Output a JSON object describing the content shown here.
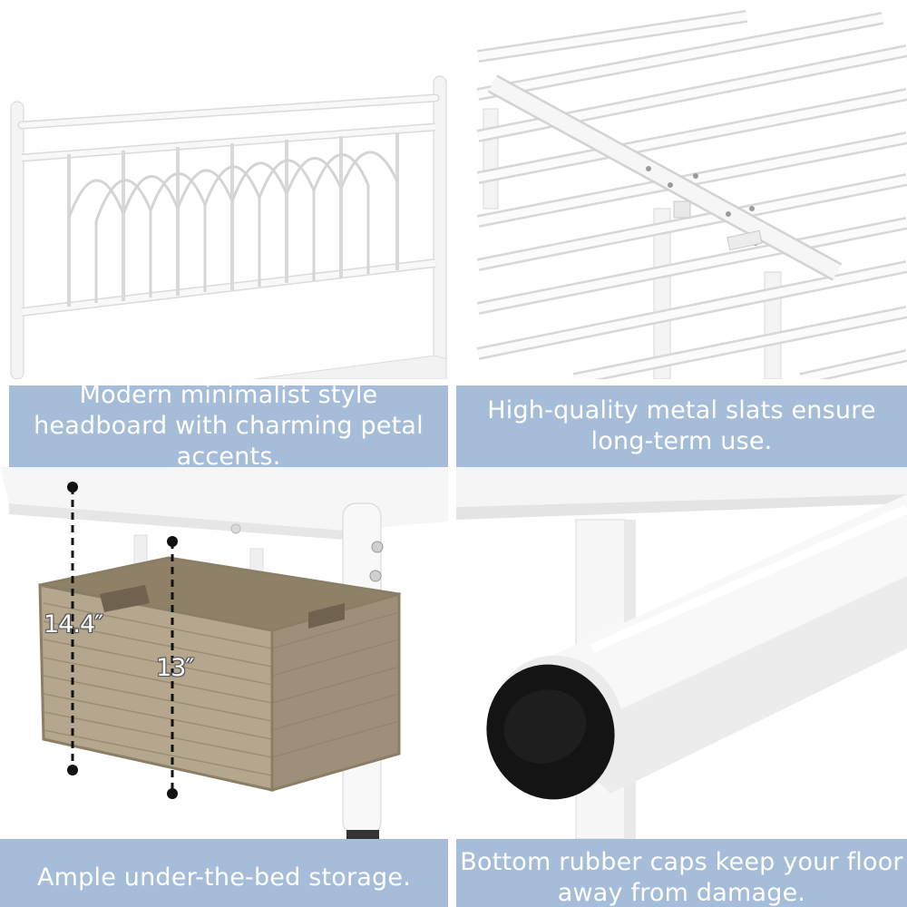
{
  "panels": {
    "headboard": {
      "caption": "Modern minimalist style headboard with charming petal accents."
    },
    "slats": {
      "caption": "High-quality metal slats ensure long-term use."
    },
    "storage": {
      "caption": "Ample under-the-bed storage.",
      "clearance_label": "14.4″",
      "basket_label": "13″"
    },
    "caps": {
      "caption": "Bottom rubber caps keep your floor away from damage."
    }
  },
  "colors": {
    "caption_band": "#a5bdd8",
    "caption_text": "#ffffff",
    "frame_white": "#f7f7f7",
    "basket_wicker": "#a89a80",
    "rubber_cap": "#141414"
  }
}
